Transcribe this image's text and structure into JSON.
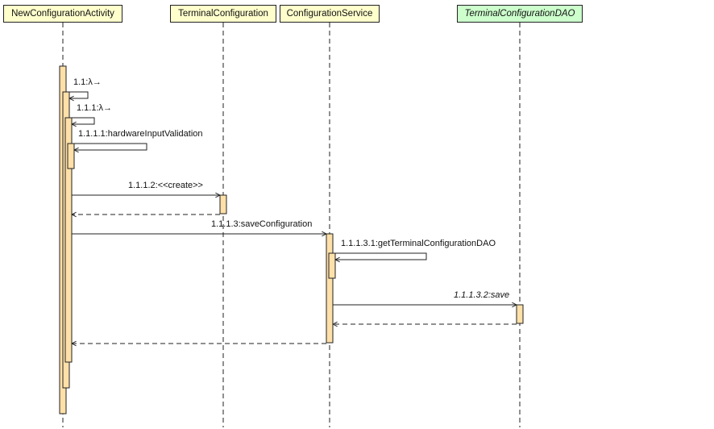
{
  "lifelines": [
    {
      "label": "NewConfigurationActivity",
      "kind": "class"
    },
    {
      "label": "TerminalConfiguration",
      "kind": "class"
    },
    {
      "label": "ConfigurationService",
      "kind": "class"
    },
    {
      "label": "TerminalConfigurationDAO",
      "kind": "interface"
    }
  ],
  "messages": [
    {
      "label": "1.1:λ→",
      "type": "self-call"
    },
    {
      "label": "1.1.1:λ→",
      "type": "self-call"
    },
    {
      "label": "1.1.1.1:hardwareInputValidation",
      "type": "self-call"
    },
    {
      "label": "1.1.1.2:<<create>>",
      "type": "call"
    },
    {
      "label": "1.1.1.3:saveConfiguration",
      "type": "call"
    },
    {
      "label": "1.1.1.3.1:getTerminalConfigurationDAO",
      "type": "self-call"
    },
    {
      "label": "1.1.1.3.2:save",
      "type": "call",
      "italic": true
    }
  ],
  "colors": {
    "class_header": "#ffffcc",
    "interface_header": "#ccffcc",
    "activation": "#ffe0a8",
    "line": "#222222"
  }
}
